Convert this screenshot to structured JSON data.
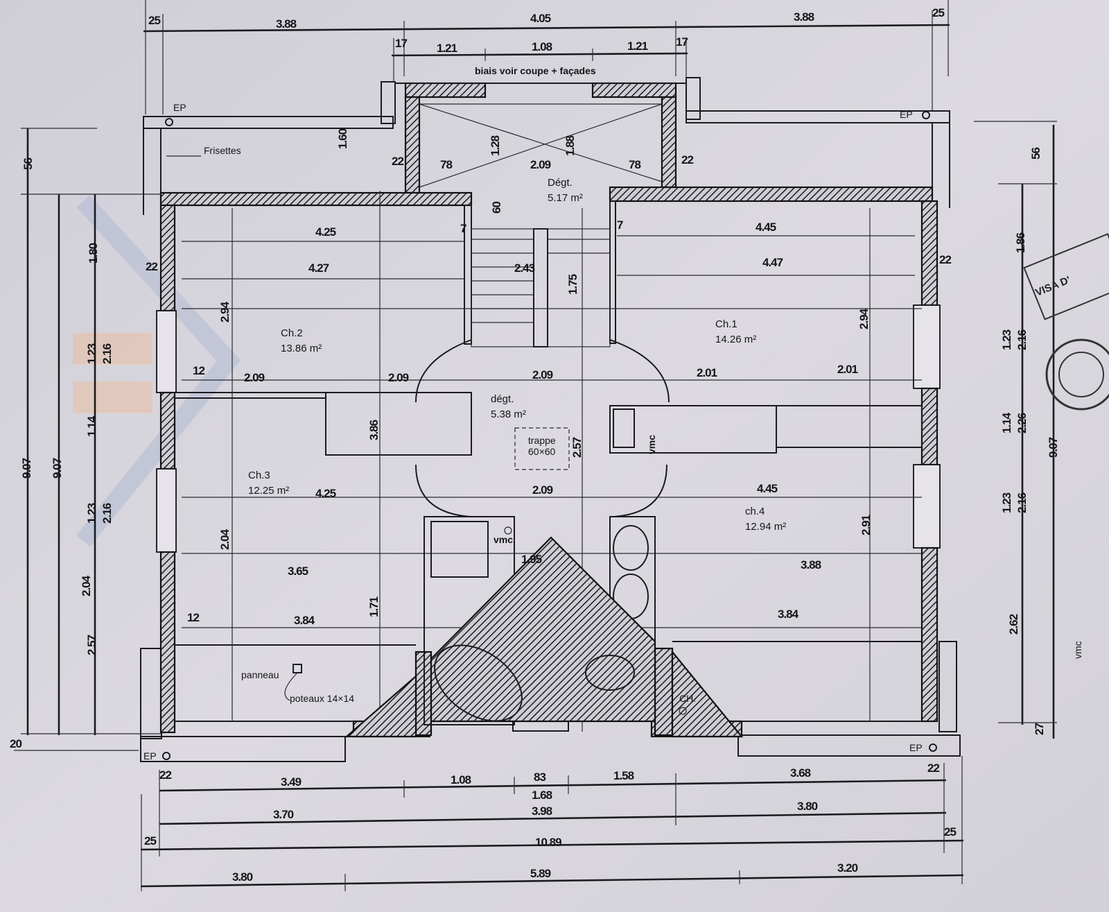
{
  "drawing": {
    "note_top": "biais voir coupe + façades",
    "stamp_text": "VISA D'",
    "top_dims_row1": [
      "25",
      "3.88",
      "4.05",
      "3.88",
      "25"
    ],
    "top_dims_row2": [
      "17",
      "1.21",
      "1.08",
      "1.21",
      "17"
    ],
    "bottom_dims_row1": [
      "22",
      "3.49",
      "1.08",
      "83",
      "1.58",
      "3.68",
      "22"
    ],
    "bottom_dims_row1_sub": "1.68",
    "bottom_dims_row2": [
      "3.70",
      "3.98",
      "3.80"
    ],
    "bottom_dims_row3": [
      "25",
      "10.89",
      "25"
    ],
    "bottom_dims_row4": [
      "3.80",
      "5.89",
      "3.20"
    ],
    "left_dims": [
      "56",
      "9.07",
      "9.07",
      "20",
      "1.80",
      "1.23",
      "2.16",
      "1.14",
      "1.23",
      "2.16",
      "2.04",
      "2.57"
    ],
    "right_dims": [
      "56",
      "1.86",
      "1.23",
      "2.16",
      "1.14",
      "2.26",
      "9.07",
      "1.23",
      "2.16",
      "2.62",
      "27"
    ],
    "labels": {
      "ep": "EP",
      "frisettes": "Frisettes",
      "panneau": "panneau",
      "poteaux": "poteaux 14×14",
      "vmc": "vmc",
      "ch": "CH.",
      "trappe": "trappe",
      "trappe_size": "60×60"
    },
    "rooms": [
      {
        "name": "Ch.2",
        "area": "13.86 m²"
      },
      {
        "name": "Ch.1",
        "area": "14.26 m²"
      },
      {
        "name": "Ch.3",
        "area": "12.25 m²"
      },
      {
        "name": "ch.4",
        "area": "12.94 m²"
      },
      {
        "name": "Dégt.",
        "area": "5.17 m²"
      },
      {
        "name": "dégt.",
        "area": "5.38 m²"
      }
    ],
    "interior_dims": [
      "4.25",
      "4.27",
      "4.45",
      "4.47",
      "2.09",
      "2.09",
      "2.09",
      "2.01",
      "2.01",
      "4.25",
      "4.45",
      "3.65",
      "3.84",
      "3.88",
      "3.84",
      "2.94",
      "2.94",
      "2.04",
      "2.91",
      "2.09",
      "1.95",
      "1.71",
      "3.86",
      "2.57",
      "78",
      "78",
      "2.09",
      "22",
      "22",
      "22",
      "22",
      "12",
      "12",
      "7",
      "7",
      "1.28",
      "1.88",
      "1.60",
      "60",
      "1.75",
      "2.43"
    ]
  }
}
